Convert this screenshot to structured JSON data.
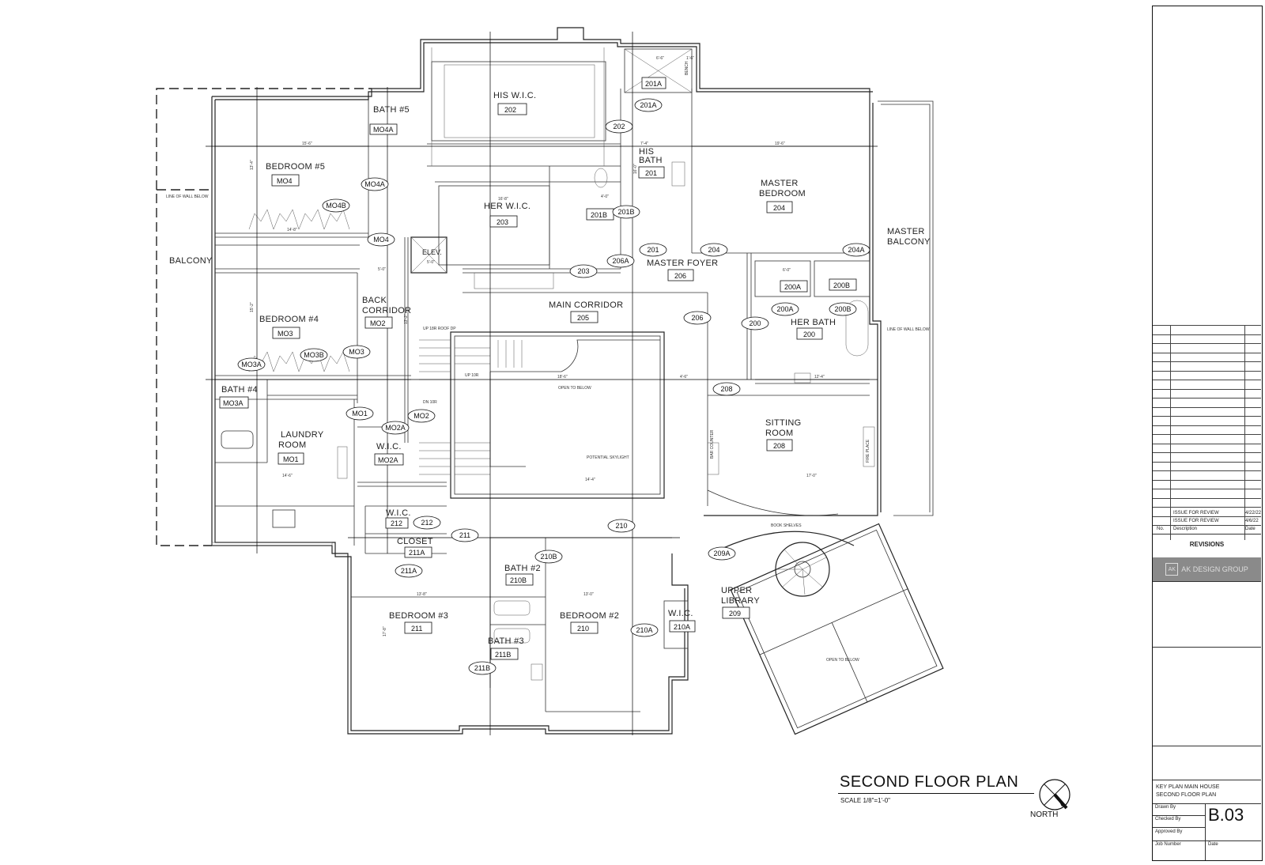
{
  "rooms": {
    "his_wic": {
      "name": "HIS  W.I.C.",
      "num": "202"
    },
    "bath5": {
      "name": "BATH #5",
      "num": "MO4A"
    },
    "bedroom5": {
      "name": "BEDROOM  #5",
      "num": "MO4"
    },
    "his_bath": {
      "name": "HIS\nBATH",
      "num": "201"
    },
    "master_bedroom": {
      "name": "MASTER\nBEDROOM",
      "num": "204"
    },
    "master_balcony": {
      "name": "MASTER\nBALCONY"
    },
    "balcony": {
      "name": "BALCONY"
    },
    "her_wic": {
      "name": "HER  W.I.C.",
      "num": "203"
    },
    "bath_201b": {
      "num": "201B"
    },
    "shower_201a": {
      "num": "201A"
    },
    "master_foyer": {
      "name": "MASTER  FOYER",
      "num": "206"
    },
    "elev": {
      "name": "ELEV."
    },
    "bedroom4": {
      "name": "BEDROOM  #4",
      "num": "MO3"
    },
    "back_corridor": {
      "name": "BACK\nCORRIDOR",
      "num": "MO2"
    },
    "main_corridor": {
      "name": "MAIN  CORRIDOR",
      "num": "205"
    },
    "her_bath": {
      "name": "HER  BATH",
      "num": "200"
    },
    "wc_200a": {
      "num": "200A"
    },
    "wc_200b": {
      "num": "200B"
    },
    "bath4": {
      "name": "BATH #4",
      "num": "MO3A"
    },
    "laundry": {
      "name": "LAUNDRY\nROOM",
      "num": "MO1"
    },
    "wic_mo2a": {
      "name": "W.I.C.",
      "num": "MO2A"
    },
    "sitting_room": {
      "name": "SITTING\nROOM",
      "num": "208"
    },
    "wic_212": {
      "name": "W.I.C.",
      "num": "212"
    },
    "closet": {
      "name": "CLOSET",
      "num": "211A"
    },
    "bath2": {
      "name": "BATH #2",
      "num": "210B"
    },
    "bedroom3": {
      "name": "BEDROOM  #3",
      "num": "211"
    },
    "bedroom2": {
      "name": "BEDROOM  #2",
      "num": "210"
    },
    "bath3": {
      "name": "BATH #3",
      "num": "211B"
    },
    "wic_210a": {
      "name": "W.I.C.",
      "num": "210A"
    },
    "upper_library": {
      "name": "UPPER\nLIBRARY",
      "num": "209"
    }
  },
  "door_tags": [
    "201A",
    "202",
    "201B",
    "201",
    "204",
    "204A",
    "203",
    "206A",
    "MO4A",
    "MO4B",
    "MO4",
    "206",
    "200",
    "200A",
    "200B",
    "MO3A",
    "MO3B",
    "MO3",
    "208",
    "MO1",
    "MO2A",
    "MO2",
    "212",
    "211",
    "210",
    "210B",
    "211A",
    "210A",
    "209A",
    "211B"
  ],
  "notes": {
    "open_to_below": "OPEN TO BELOW",
    "potential_skylight": "POTENTIAL\nSKYLIGHT",
    "line_of_wall_below_1": "LINE OF WALL BELOW",
    "line_of_wall_below_2": "LINE OF WALL BELOW",
    "book_shelves": "BOOK SHELVES",
    "bar_counter": "BAR\nCOUNTER",
    "fire_place": "FIRE PLACE",
    "open_to_below_2": "OPEN TO BELOW",
    "up_stair_1": "UP 18R  ROOF DP",
    "up_stair_2": "UP 10R",
    "dn_stair": "DN 10R",
    "bench": "BENCH"
  },
  "dims": [
    "15'-6\"",
    "13'-4\"",
    "14'-8\"",
    "5'-0\"",
    "15'-2\"",
    "13'-2\"",
    "19'-6\"",
    "16'-0\"",
    "16'-8\"",
    "4'-6\"",
    "18'-6\"",
    "17'-0\"",
    "14'-4\"",
    "13'-8\"",
    "13'-0\"",
    "17'-8\"",
    "6'-6\"",
    "4'-0\"",
    "5'-0\"",
    "1'-6\"",
    "7'-4\"",
    "6'-0\"",
    "14'-6\"",
    "12'-4\""
  ],
  "title_block": {
    "rev1_desc": "ISSUE FOR REVIEW",
    "rev1_date": "4/22/22",
    "rev2_desc": "ISSUE FOR REVIEW",
    "rev2_date": "4/6/22",
    "col_no": "No.",
    "col_desc": "Description",
    "col_date": "Date",
    "revisions": "REVISIONS",
    "firm": "AK DESIGN GROUP",
    "firm_mark": "AK",
    "key_plan_1": "KEY PLAN MAIN HOUSE",
    "key_plan_2": "SECOND FLOOR PLAN",
    "drawn_by": "Drawn By",
    "checked_by": "Checked By",
    "approved_by": "Approved By",
    "job_number": "Job  Number",
    "date": "Date",
    "sheet": "B.03"
  },
  "drawing_title": "SECOND FLOOR PLAN",
  "scale": "SCALE 1/8\"=1'-0\"",
  "north": "NORTH"
}
